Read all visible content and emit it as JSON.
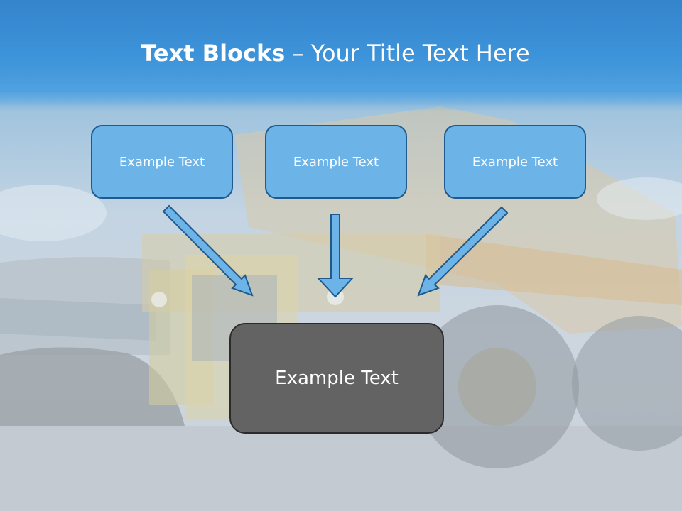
{
  "title": {
    "bold_part": "Text Blocks",
    "separator": " – ",
    "regular_part": "Your Title Text Here"
  },
  "blocks": [
    {
      "label": "Example Text"
    },
    {
      "label": "Example Text"
    },
    {
      "label": "Example Text"
    }
  ],
  "center_block": {
    "label": "Example Text"
  },
  "colors": {
    "title_band": "#3d93d9",
    "top_box_fill": "#6cb4e8",
    "top_box_border": "#1f5a8e",
    "arrow_fill": "#6cb4e8",
    "center_box_fill": "#636363",
    "center_box_border": "#2b2b2b"
  },
  "icons": {
    "arrow": "arrow-icon"
  }
}
